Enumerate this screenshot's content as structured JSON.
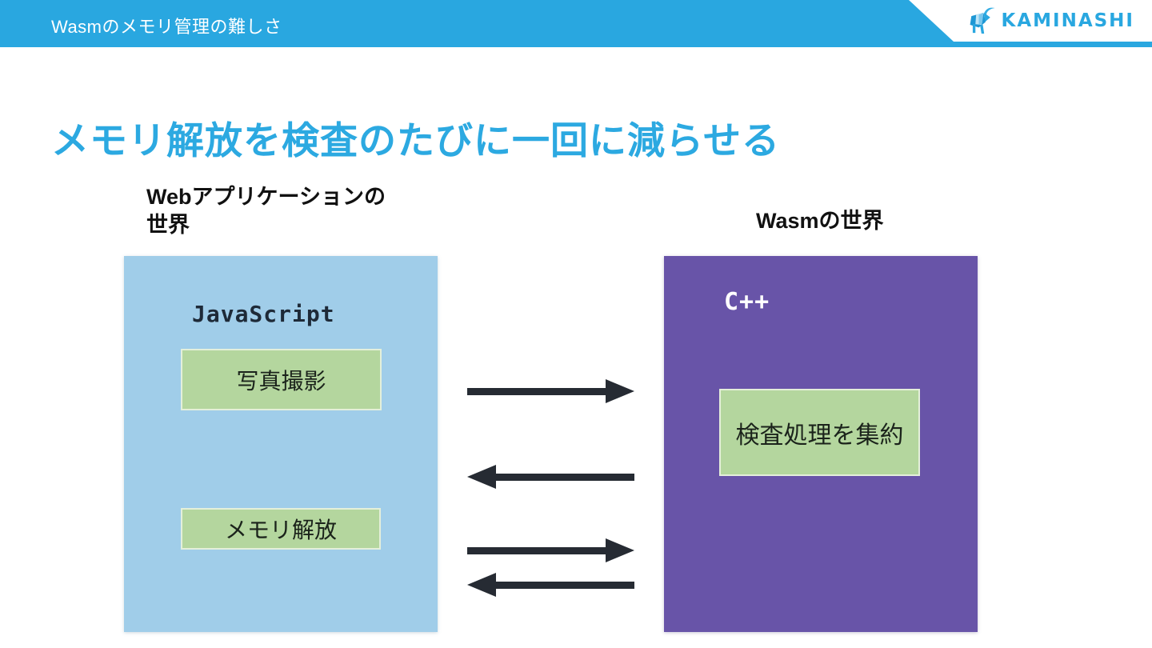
{
  "header": {
    "title": "Wasmのメモリ管理の難しさ",
    "logo_text": "KAMINASHI",
    "logo_icon": "goat-icon",
    "bar_color": "#29A7E0"
  },
  "slide": {
    "title": "メモリ解放を検査のたびに一回に減らせる",
    "title_color": "#2CA9E1"
  },
  "diagram": {
    "left_world": {
      "label": "Webアプリケーションの\n世界",
      "box_title": "JavaScript",
      "box_color": "#A0CDE9",
      "items": [
        {
          "label": "写真撮影"
        },
        {
          "label": "メモリ解放"
        }
      ]
    },
    "right_world": {
      "label": "Wasmの世界",
      "box_title": "C++",
      "box_color": "#6854A8",
      "items": [
        {
          "label": "検査処理を集約"
        }
      ]
    },
    "item_color": "#B4D69E",
    "arrow_color": "#262B33",
    "arrows": [
      "right",
      "left",
      "right",
      "left"
    ]
  }
}
